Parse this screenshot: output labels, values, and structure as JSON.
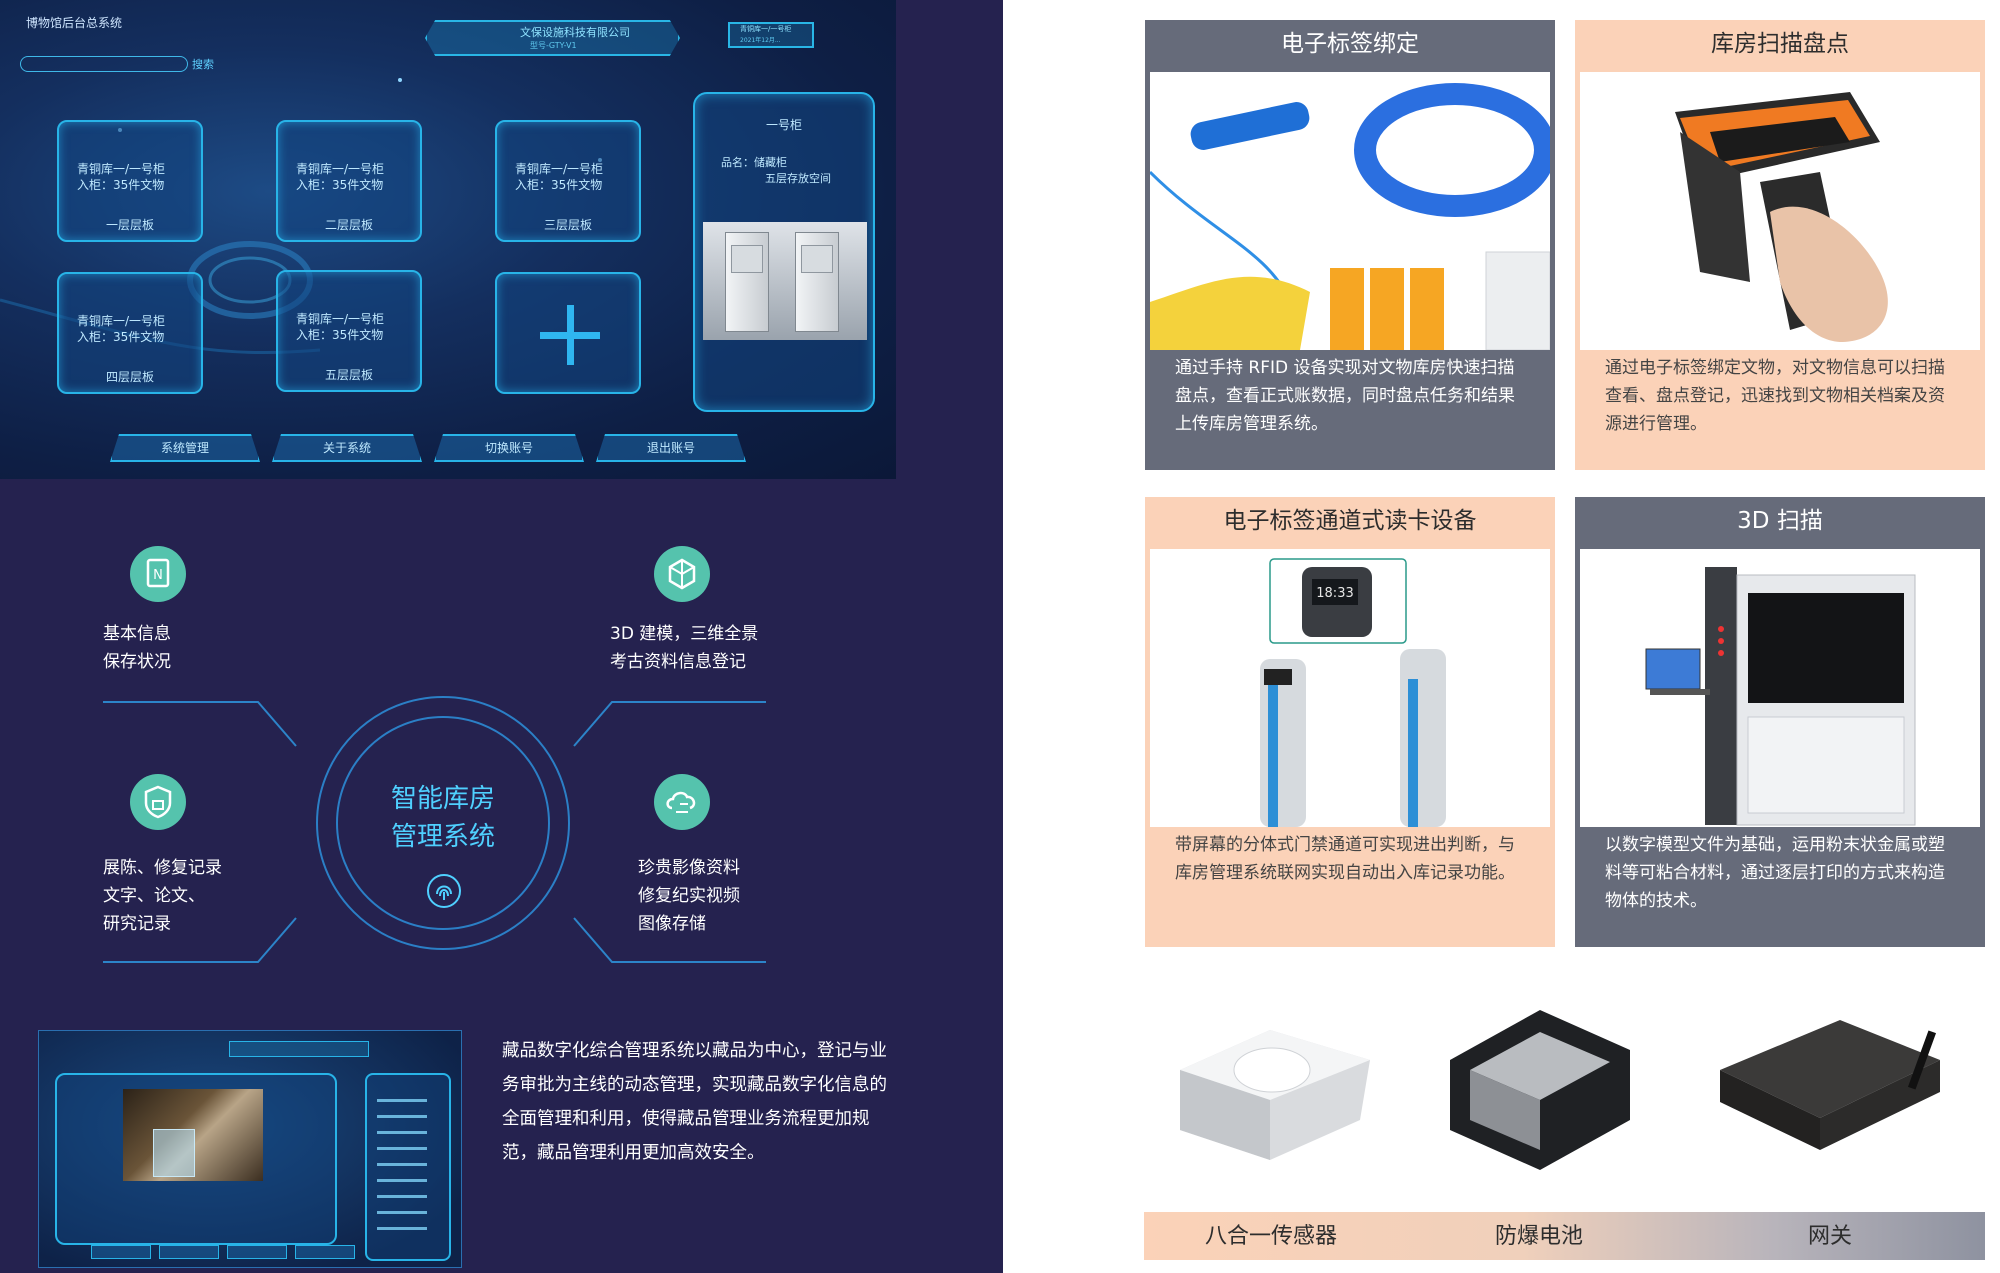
{
  "dashboard": {
    "title": "博物馆后台总系统",
    "search_label": "搜索",
    "header_company": "文保设施科技有限公司",
    "header_sub": "型号-GTY-V1",
    "badge_l1": "青铜库一/一号柜",
    "badge_l2": "2021年12月...",
    "shelves": [
      {
        "l1": "青铜库一/一号柜",
        "l2": "入柜：35件文物",
        "l3": "一层层板"
      },
      {
        "l1": "青铜库一/一号柜",
        "l2": "入柜：35件文物",
        "l3": "二层层板"
      },
      {
        "l1": "青铜库一/一号柜",
        "l2": "入柜：35件文物",
        "l3": "三层层板"
      },
      {
        "l1": "青铜库一/一号柜",
        "l2": "入柜：35件文物",
        "l3": "四层层板"
      },
      {
        "l1": "青铜库一/一号柜",
        "l2": "入柜：35件文物",
        "l3": "五层层板"
      }
    ],
    "cabinet": {
      "title": "一号柜",
      "l1": "品名：储藏柜",
      "l2": "五层存放空间"
    },
    "buttons": [
      "系统管理",
      "关于系统",
      "切换账号",
      "退出账号"
    ]
  },
  "hub": {
    "title_l1": "智能库房",
    "title_l2": "管理系统",
    "features": [
      {
        "icon": "document-n-icon",
        "l1": "基本信息",
        "l2": "保存状况",
        "l3": ""
      },
      {
        "icon": "3d-cube-icon",
        "l1": "3D 建模，三维全景",
        "l2": "考古资料信息登记",
        "l3": ""
      },
      {
        "icon": "shield-lock-icon",
        "l1": "展陈、修复记录",
        "l2": "文字、论文、",
        "l3": "研究记录"
      },
      {
        "icon": "cloud-link-icon",
        "l1": "珍贵影像资料",
        "l2": "修复纪实视频",
        "l3": "图像存储"
      }
    ],
    "accent": "#4fd0ff",
    "icon_color": "#55c3ad"
  },
  "description": "藏品数字化综合管理系统以藏品为中心，登记与业务审批为主线的动态管理，实现藏品数字化信息的全面管理和利用，使得藏品管理业务流程更加规范，藏品管理利用更加高效安全。",
  "cards": [
    {
      "title": "电子标签绑定",
      "body": "通过手持 RFID 设备实现对文物库房快速扫描盘点，查看正式账数据，同时盘点任务和结果上传库房管理系统。",
      "style": "gray"
    },
    {
      "title": "库房扫描盘点",
      "body": "通过电子标签绑定文物，对文物信息可以扫描查看、盘点登记，迅速找到文物相关档案及资源进行管理。",
      "style": "peach"
    },
    {
      "title": "电子标签通道式读卡设备",
      "body": "带屏幕的分体式门禁通道可实现进出判断，与库房管理系统联网实现自动出入库记录功能。",
      "style": "peach"
    },
    {
      "title": "3D 扫描",
      "body": "以数字模型文件为基础，运用粉末状金属或塑料等可粘合材料，通过逐层打印的方式来构造物体的技术。",
      "style": "gray"
    }
  ],
  "reader_time": "18:33",
  "products": [
    "八合一传感器",
    "防爆电池",
    "网关"
  ],
  "colors": {
    "dark_bg": "#25224f",
    "gray_card": "#666b7a",
    "peach_card": "#fbd2b8"
  }
}
